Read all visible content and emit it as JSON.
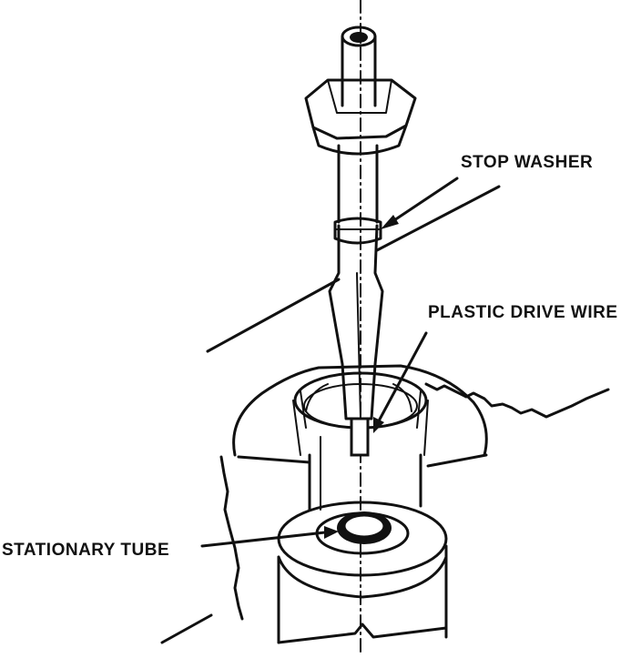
{
  "labels": {
    "stop_washer": "STOP WASHER",
    "plastic_drive_wire": "PLASTIC DRIVE WIRE",
    "stationary_tube": "STATIONARY TUBE"
  },
  "colors": {
    "ink": "#111111",
    "background": "#ffffff"
  }
}
